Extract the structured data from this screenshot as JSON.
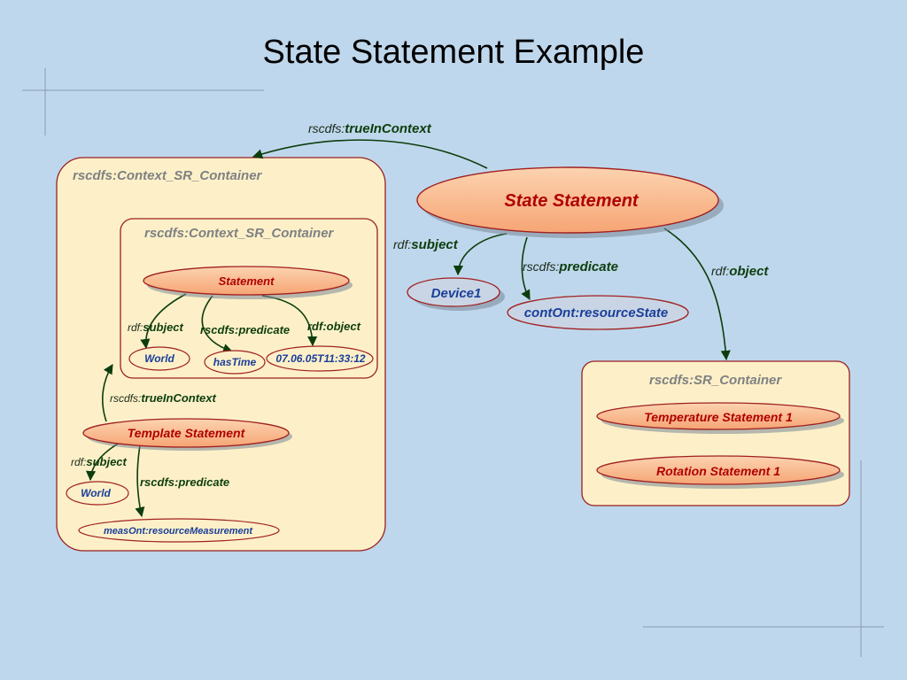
{
  "title": "State Statement Example",
  "containers": {
    "outer_left": "rscdfs:Context_SR_Container",
    "inner_left": "rscdfs:Context_SR_Container",
    "right": "rscdfs:SR_Container"
  },
  "nodes": {
    "state_statement": "State Statement",
    "device1": "Device1",
    "resource_state": "contOnt:resourceState",
    "temperature": "Temperature Statement 1",
    "rotation": "Rotation Statement 1",
    "statement": "Statement",
    "world_inner": "World",
    "has_time": "hasTime",
    "timestamp": "07.06.05T11:33:12",
    "template_statement": "Template Statement",
    "world_outer": "World",
    "meas_ont": "measOnt:resourceMeasurement"
  },
  "edges": {
    "true_in_context_top": {
      "prefix": "rscdfs:",
      "name": "trueInContext"
    },
    "subject_main": {
      "prefix": "rdf:",
      "name": "subject"
    },
    "predicate_main": {
      "prefix": "rscdfs:",
      "name": "predicate"
    },
    "object_main": {
      "prefix": "rdf:",
      "name": "object"
    },
    "subject_inner": {
      "prefix": "rdf:",
      "name": "subject"
    },
    "predicate_inner": "rscdfs:predicate",
    "object_inner": "rdf:object",
    "true_in_context_mid": {
      "prefix": "rscdfs:",
      "name": "trueInContext"
    },
    "subject_template": {
      "prefix": "rdf:",
      "name": "subject"
    },
    "predicate_template": "rscdfs:predicate"
  },
  "colors": {
    "background": "#bfd7ec",
    "container_fill": "#fdf0c8",
    "container_stroke": "#9a2020",
    "node_fill": "#f8b98a",
    "node_stroke": "#a02020",
    "value_fill": "#c9d5e4",
    "edge": "#0d3d0d"
  }
}
